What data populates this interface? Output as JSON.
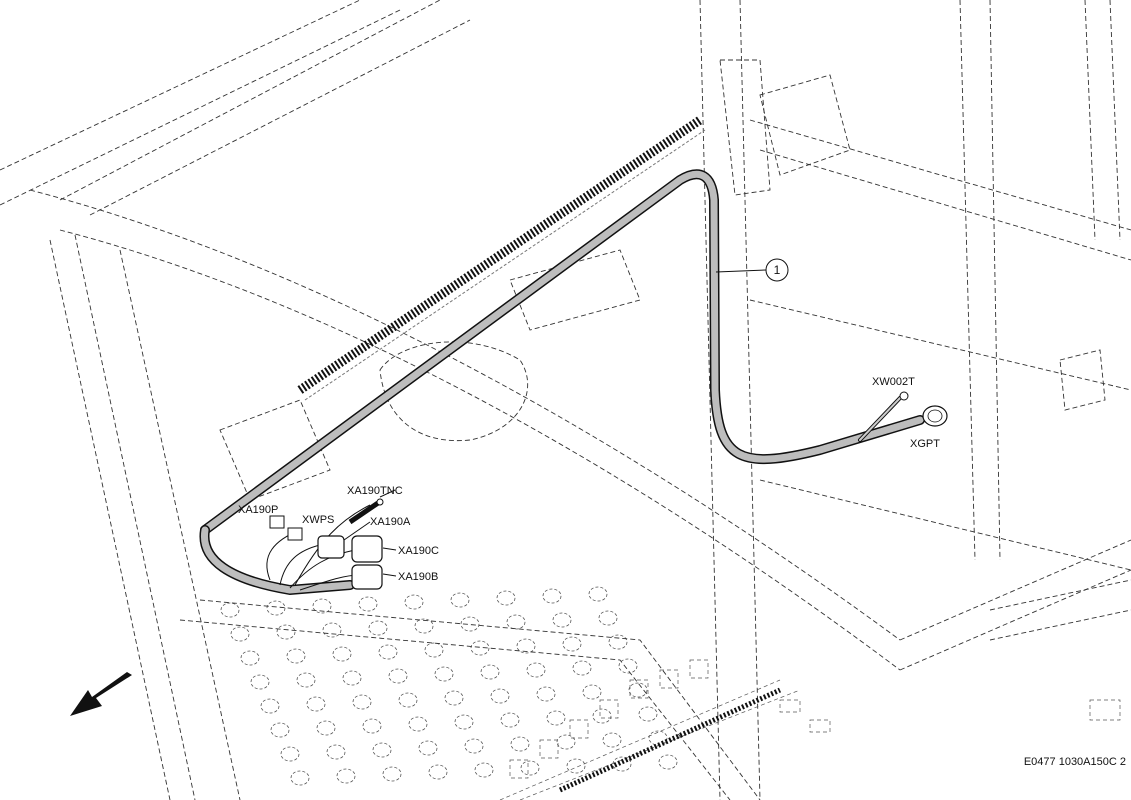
{
  "callout": {
    "number": "1"
  },
  "connectors": {
    "xw002t": "XW002T",
    "xgpt": "XGPT",
    "xa190tnc": "XA190TNC",
    "xa190p": "XA190P",
    "xwps": "XWPS",
    "xa190a": "XA190A",
    "xa190c": "XA190C",
    "xa190b": "XA190B"
  },
  "drawing_id": "E0477 1030A150C 2",
  "colors": {
    "line": "#333333",
    "harness_fill": "#bdbdbd",
    "background": "#ffffff"
  }
}
